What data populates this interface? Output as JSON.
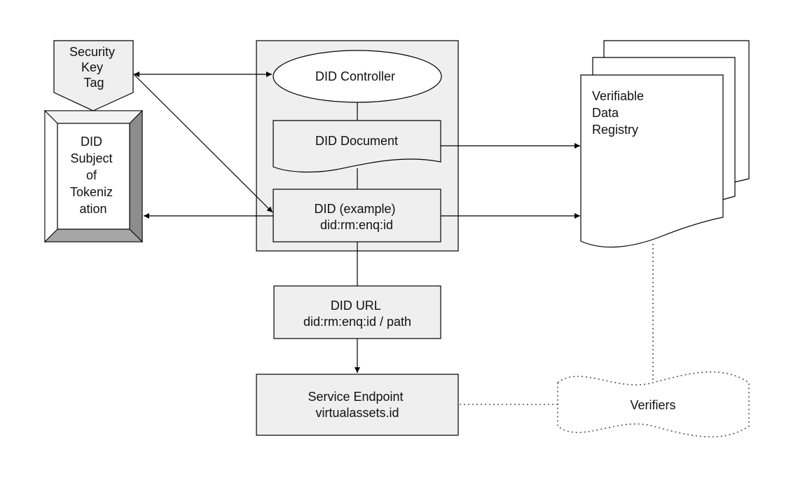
{
  "nodes": {
    "security_key_tag": {
      "lines": [
        "Security",
        "Key",
        "Tag"
      ]
    },
    "did_subject": {
      "lines": [
        "DID",
        "Subject",
        "of",
        "Tokeniz",
        "ation"
      ]
    },
    "did_controller": {
      "label": "DID Controller"
    },
    "did_document": {
      "label": "DID Document"
    },
    "did_example": {
      "lines": [
        "DID (example)",
        "did:rm:enq:id"
      ]
    },
    "did_url": {
      "lines": [
        "DID URL",
        "did:rm:enq:id / path"
      ]
    },
    "service_endpoint": {
      "lines": [
        "Service Endpoint",
        "virtualassets.id"
      ]
    },
    "verifiable_data_registry": {
      "lines": [
        "Verifiable",
        "Data",
        "Registry"
      ]
    },
    "verifiers": {
      "label": "Verifiers"
    }
  },
  "colors": {
    "stroke": "#000000",
    "panel_fill": "#efefef",
    "box_fill": "#efefef",
    "white": "#ffffff",
    "bevel_light": "#f3f3f3",
    "bevel_mid": "#d9d9d9",
    "bevel_dark": "#8c8c8c",
    "dotted": "#555555"
  }
}
